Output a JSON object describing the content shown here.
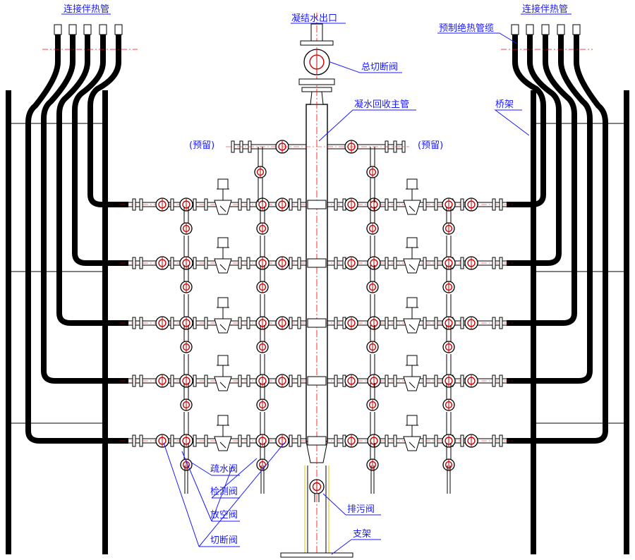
{
  "labels": {
    "tracing_connect_left": "连接伴热管",
    "tracing_connect_right": "连接伴热管",
    "condensate_outlet": "凝结水出口",
    "prefab_cable": "预制绝热管缆",
    "main_valve": "总切断阀",
    "main_header": "凝水回收主管",
    "bridge_frame": "桥架",
    "reserved_left": "(预留)",
    "reserved_right": "(预留)",
    "drain_valve": "疏水阀",
    "test_valve": "检测阀",
    "vent_valve": "放空阀",
    "shutoff_valve": "切断阀",
    "blowdown_valve": "排污阀",
    "support": "支架"
  },
  "colors": {
    "line": "#000000",
    "label": "#1a1aff",
    "centerline": "#ff0000",
    "valve_red": "#cc0000",
    "support_yellow": "#e0c000"
  }
}
